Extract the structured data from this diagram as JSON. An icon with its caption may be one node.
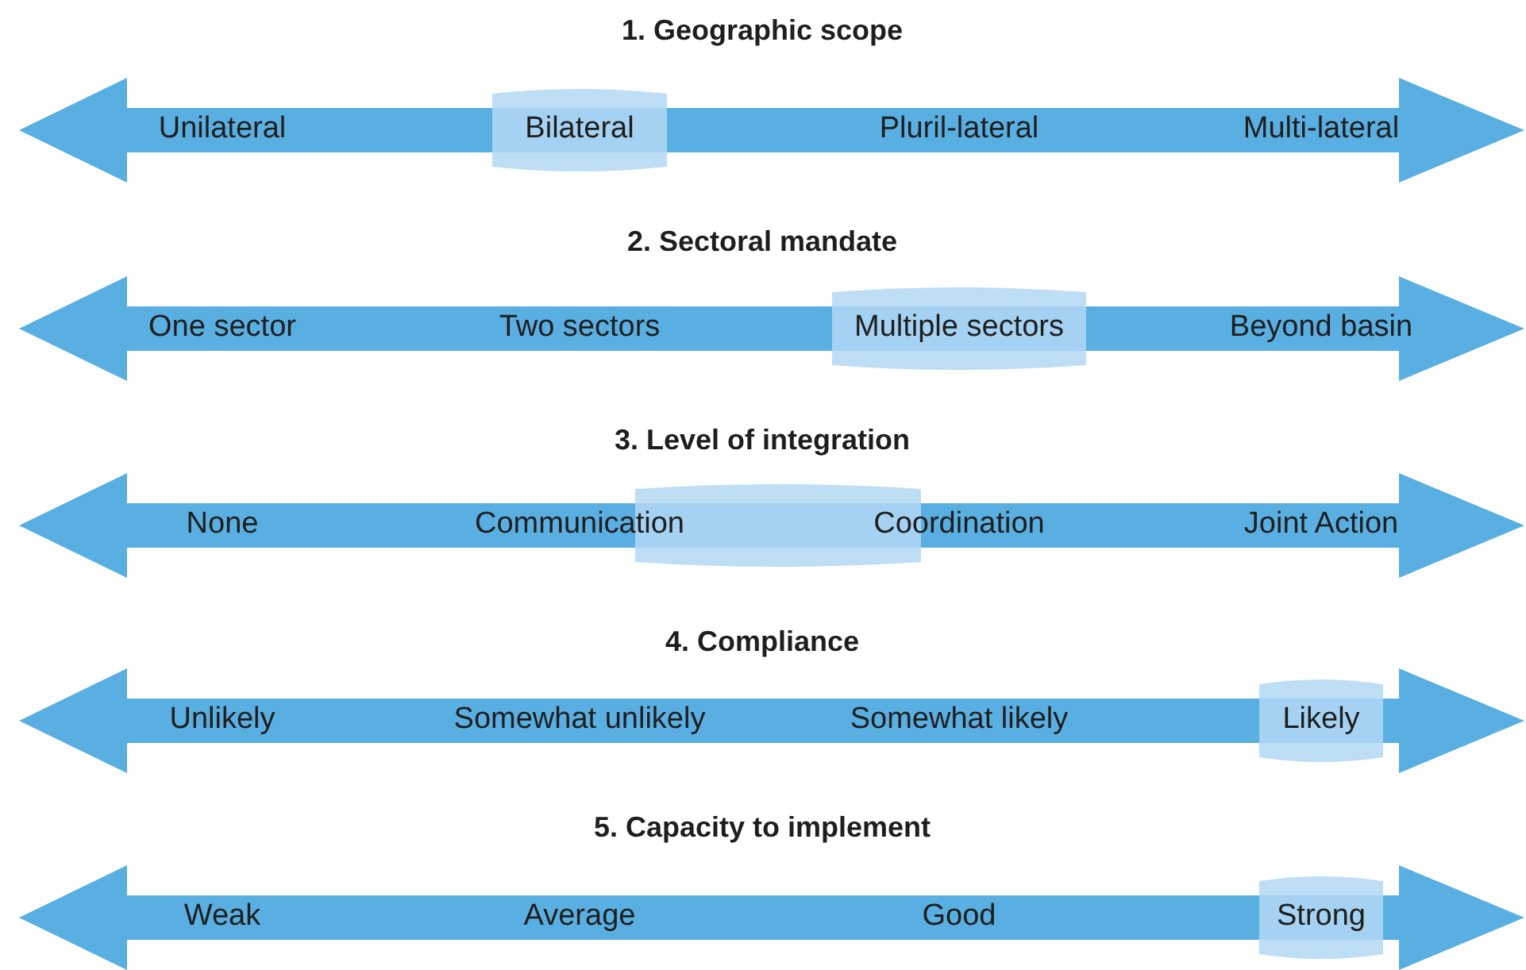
{
  "diagram": {
    "nodes": [
      {
        "text": [
          "1. Geographic scope",
          "Unilateral",
          "Pluril-lateral",
          "Multi-lateral"
        ]
      },
      {
        "text": [
          "Bilateral"
        ],
        "in": 0
      },
      {
        "text": [
          "2. Sectoral mandate",
          "One sector",
          "Two sectors",
          "Beyond basin"
        ]
      },
      {
        "text": [
          "Multiple sectors"
        ],
        "in": 2
      },
      {
        "text": [
          "3. Level of integration",
          "None",
          "Communication",
          "Coordination",
          "Joint Action"
        ]
      },
      {
        "text": [],
        "shape": "box",
        "in": 4
      },
      {
        "text": [
          "4. Compliance",
          "Unlikely",
          "Somewhat unlikely",
          "Somewhat likely"
        ]
      },
      {
        "text": [
          "Likely"
        ],
        "in": 6
      },
      {
        "text": [
          "5. Capacity to implement",
          "Weak",
          "Average",
          "Good"
        ]
      },
      {
        "text": [
          "Strong"
        ],
        "in": 8
      }
    ],
    "edges": []
  }
}
